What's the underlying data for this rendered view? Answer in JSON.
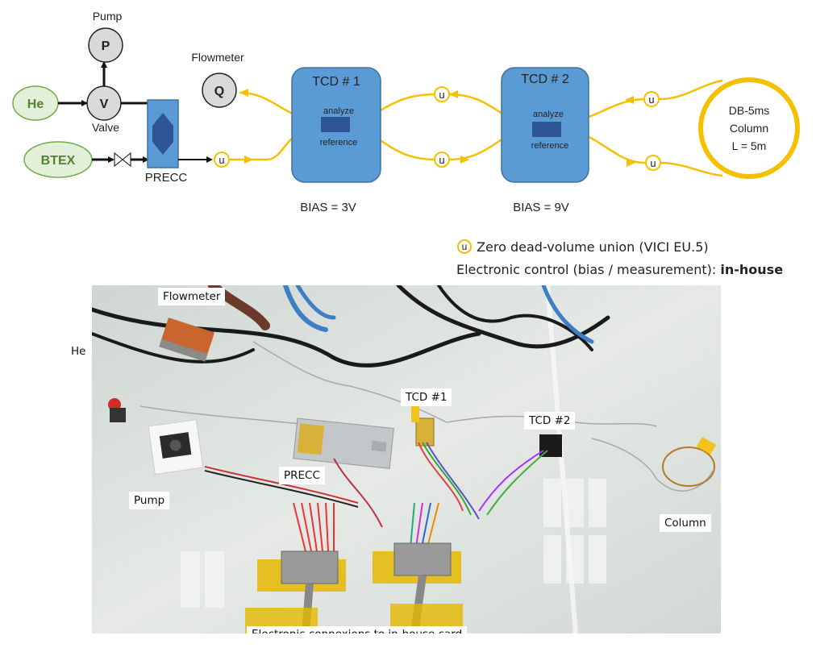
{
  "schematic": {
    "pump": {
      "letter": "P",
      "label": "Pump"
    },
    "valve": {
      "letter": "V",
      "label": "Valve"
    },
    "he": "He",
    "btex": "BTEX",
    "precc": "PRECC",
    "flowmeter": {
      "letter": "Q",
      "label": "Flowmeter"
    },
    "union_letter": "u",
    "tcd1": {
      "title": "TCD # 1",
      "analyze": "analyze",
      "reference": "reference",
      "bias": "BIAS = 3V"
    },
    "tcd2": {
      "title": "TCD # 2",
      "analyze": "analyze",
      "reference": "reference",
      "bias": "BIAS = 9V"
    },
    "column": {
      "line1": "DB-5ms",
      "line2": "Column",
      "line3": "L = 5m"
    }
  },
  "legend": {
    "union_symbol": "u",
    "union_text": "Zero dead-volume union (VICI EU.5)",
    "control_prefix": "Electronic control (bias / measurement): ",
    "control_bold": "in-house"
  },
  "photo_labels": {
    "flowmeter": "Flowmeter",
    "he": "He",
    "tcd1": "TCD #1",
    "tcd2": "TCD #2",
    "precc": "PRECC",
    "pump": "Pump",
    "column": "Column",
    "connexions": "Electronic connexions to in-house card"
  },
  "colors": {
    "tube": "#f5c000",
    "tcd_fill": "#5b9bd5",
    "tcd_stroke": "#41719c",
    "sensor": "#2f5597",
    "gas_fill": "#e2efd9",
    "gas_stroke": "#70ad47",
    "gas_text": "#548235",
    "node_fill": "#d9d9d9"
  }
}
